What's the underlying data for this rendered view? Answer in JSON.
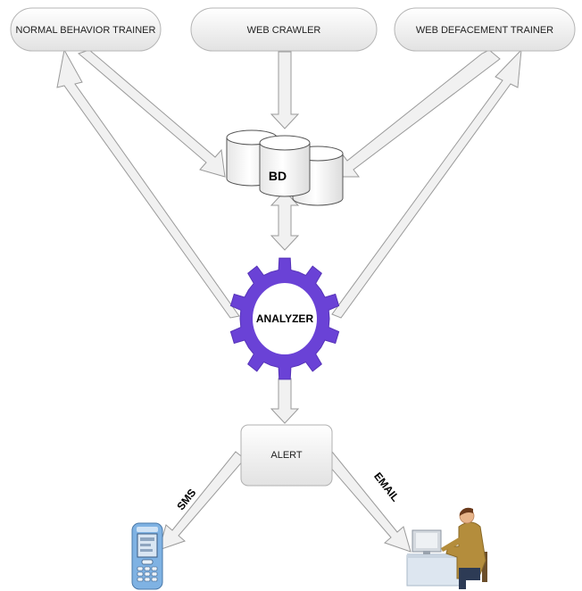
{
  "nodes": {
    "normal_trainer": "NORMAL BEHAVIOR TRAINER",
    "web_crawler": "WEB CRAWLER",
    "defacement_trainer": "WEB DEFACEMENT TRAINER",
    "database": "BD",
    "analyzer": "ANALYZER",
    "alert": "ALERT"
  },
  "edges": {
    "sms": "SMS",
    "email": "EMAIL"
  },
  "colors": {
    "gear": "#6a42d6",
    "arrow_fill": "#f1f1f1",
    "arrow_stroke": "#9a9a9a",
    "box_fill_top": "#ffffff",
    "box_fill_bottom": "#e4e4e4"
  },
  "icons": {
    "phone": "mobile-phone-icon",
    "user": "person-at-computer-icon"
  }
}
